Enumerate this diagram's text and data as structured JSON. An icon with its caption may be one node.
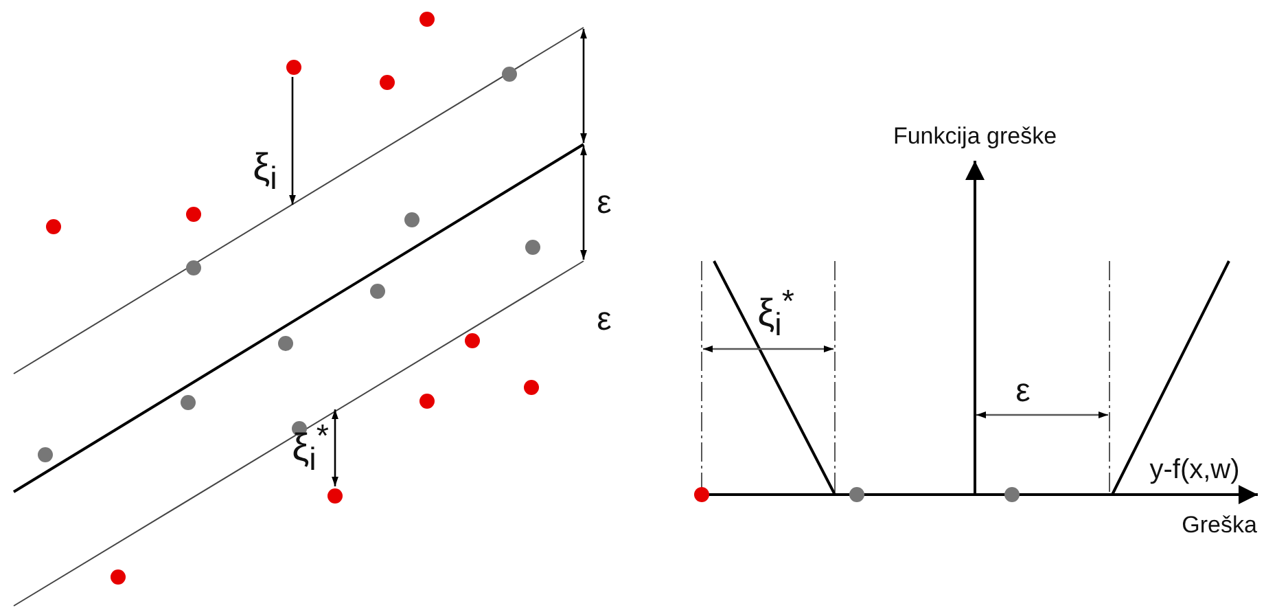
{
  "diagram": {
    "labels": [
      "ξ$_{i}$",
      "ε",
      "ε",
      "ξ$_{i}$$^{*}$",
      "Funkcija greške",
      "ξ$_{i}$$^{*}$",
      "ε",
      "y-f(x,w)",
      "Greška"
    ]
  }
}
